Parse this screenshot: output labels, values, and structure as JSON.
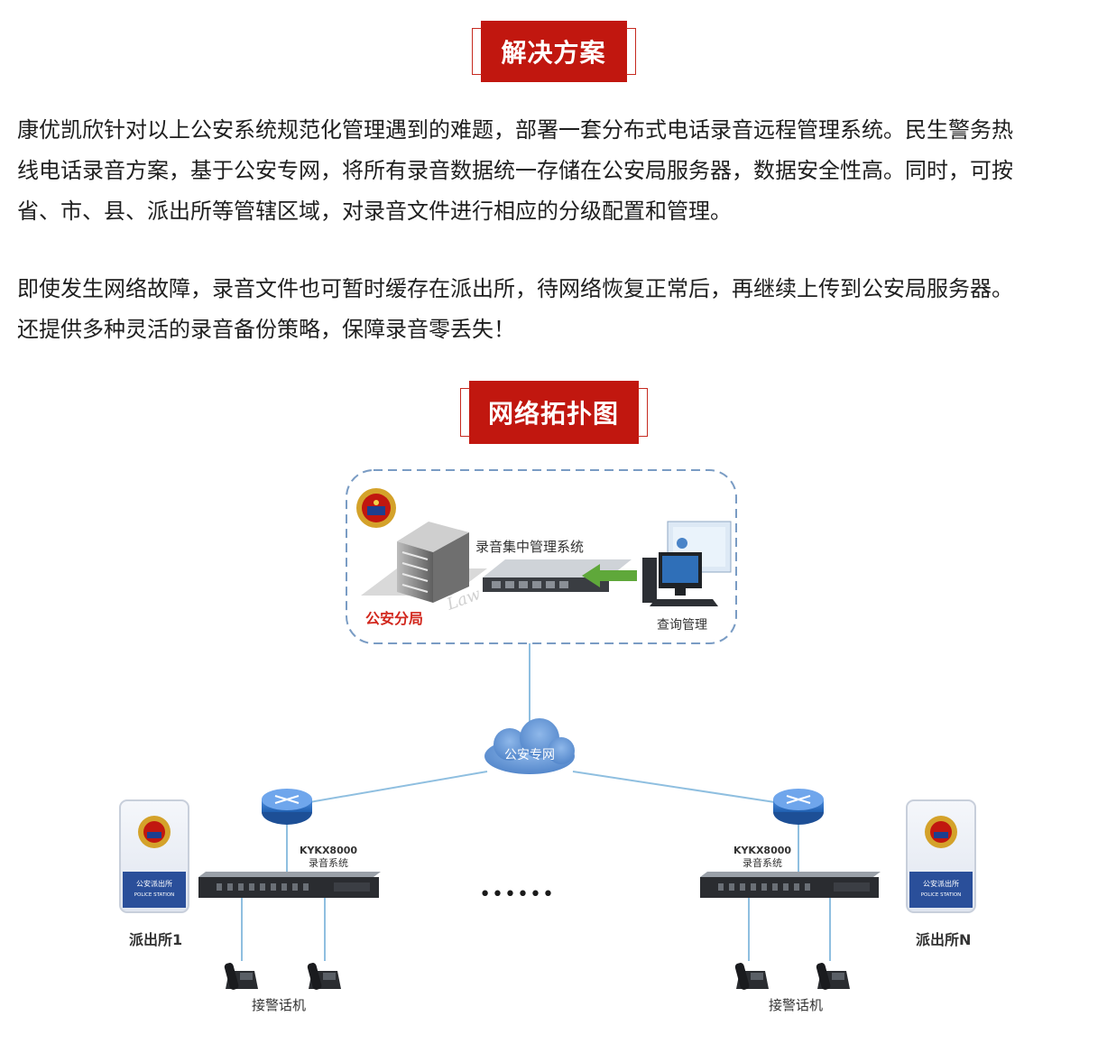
{
  "headings": {
    "solution": "解决方案",
    "topology": "网络拓扑图"
  },
  "paragraphs": {
    "p1": [
      "康优凯欣针对以上公安系统规范化管理遇到的难题，部署一套分布式电话录音远程管理系统。民生警务热",
      "线电话录音方案，基于公安专网，将所有录音数据统一存储在公安局服务器，数据安全性高。同时，可按",
      "省、市、县、派出所等管辖区域，对录音文件进行相应的分级配置和管理。"
    ],
    "p2": [
      "即使发生网络故障，录音文件也可暂时缓存在派出所，待网络恢复正常后，再继续上传到公安局服务器。",
      "还提供多种灵活的录音备份策略，保障录音零丢失！"
    ]
  },
  "diagram": {
    "hq_label": "公安分局",
    "law_text": "Law",
    "server_label": "录音集中管理系统",
    "query_label": "查询管理",
    "cloud_label": "公安专网",
    "device_model": "KYKX8000",
    "device_desc": "录音系统",
    "station_left": "派出所1",
    "station_right": "派出所N",
    "phones_label": "接警话机",
    "ellipsis": "••••••",
    "sign_text": "公安派出所",
    "sign_sub": "POLICE STATION"
  },
  "colors": {
    "accent": "#c1170f",
    "line": "#8fbfe0",
    "dash": "#7a9cc4",
    "arrow": "#5fa83a"
  }
}
